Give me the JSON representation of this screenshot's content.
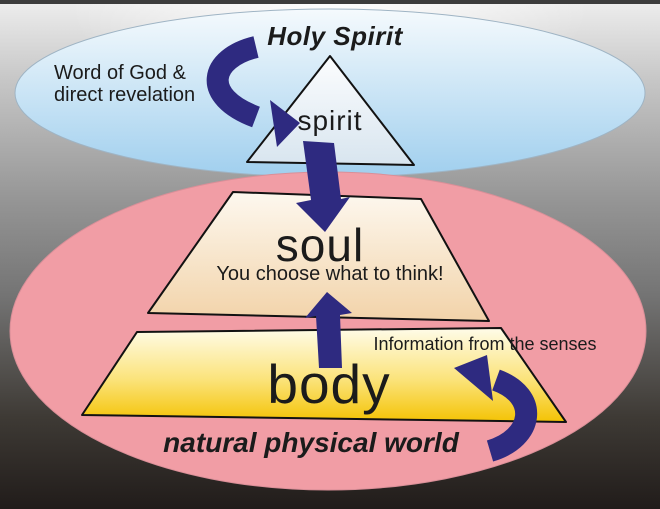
{
  "labels": {
    "holy_spirit": "Holy Spirit",
    "word_of_god": "Word of God &\ndirect revelation",
    "spirit": "spirit",
    "soul": "soul",
    "soul_subtitle": "You choose what to think!",
    "information_senses": "Information from the senses",
    "body": "body",
    "natural_world": "natural physical world"
  },
  "colors": {
    "heaven_ellipse_blue": "#a6d2ef",
    "world_ellipse_pink": "#f19da5",
    "arrow_navy": "#2e2a80",
    "body_gold": "#f4c304",
    "soul_peach": "#f2d3a9",
    "spirit_triangle": "#d8e5ef",
    "text": "#1b1b1b"
  }
}
